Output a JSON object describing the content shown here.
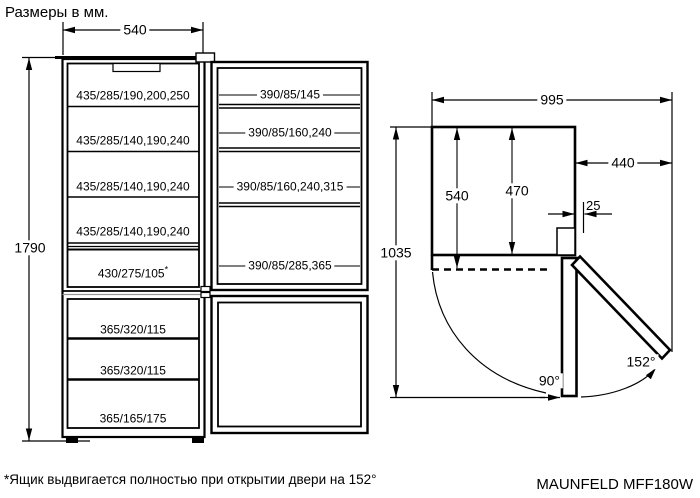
{
  "title": "Размеры в мм.",
  "front_view": {
    "width_dim": "540",
    "height_dim": "1790",
    "fridge_shelves": [
      "435/285/190,200,250",
      "435/285/140,190,240",
      "435/285/140,190,240",
      "435/285/140,190,240"
    ],
    "crisper": {
      "label": "430/275/105",
      "marker": "*"
    },
    "freezer_drawers": [
      "365/320/115",
      "365/320/115",
      "365/165/175"
    ]
  },
  "door_view": {
    "shelves": [
      "390/85/145",
      "390/85/160,240",
      "390/85/160,240,315",
      "390/85/285,365"
    ]
  },
  "top_view": {
    "total_depth_open_152": "995",
    "door_projection": "440",
    "depth_with_door": "540",
    "depth_body": "470",
    "hinge_offset": "25",
    "total_width_open_90": "1035",
    "angle_90": "90°",
    "angle_152": "152°"
  },
  "footer": {
    "note": "*Ящик выдвигается полностью при открытии двери на 152°",
    "model": "MAUNFELD MFF180W"
  },
  "colors": {
    "line": "#000000",
    "background": "#ffffff"
  }
}
